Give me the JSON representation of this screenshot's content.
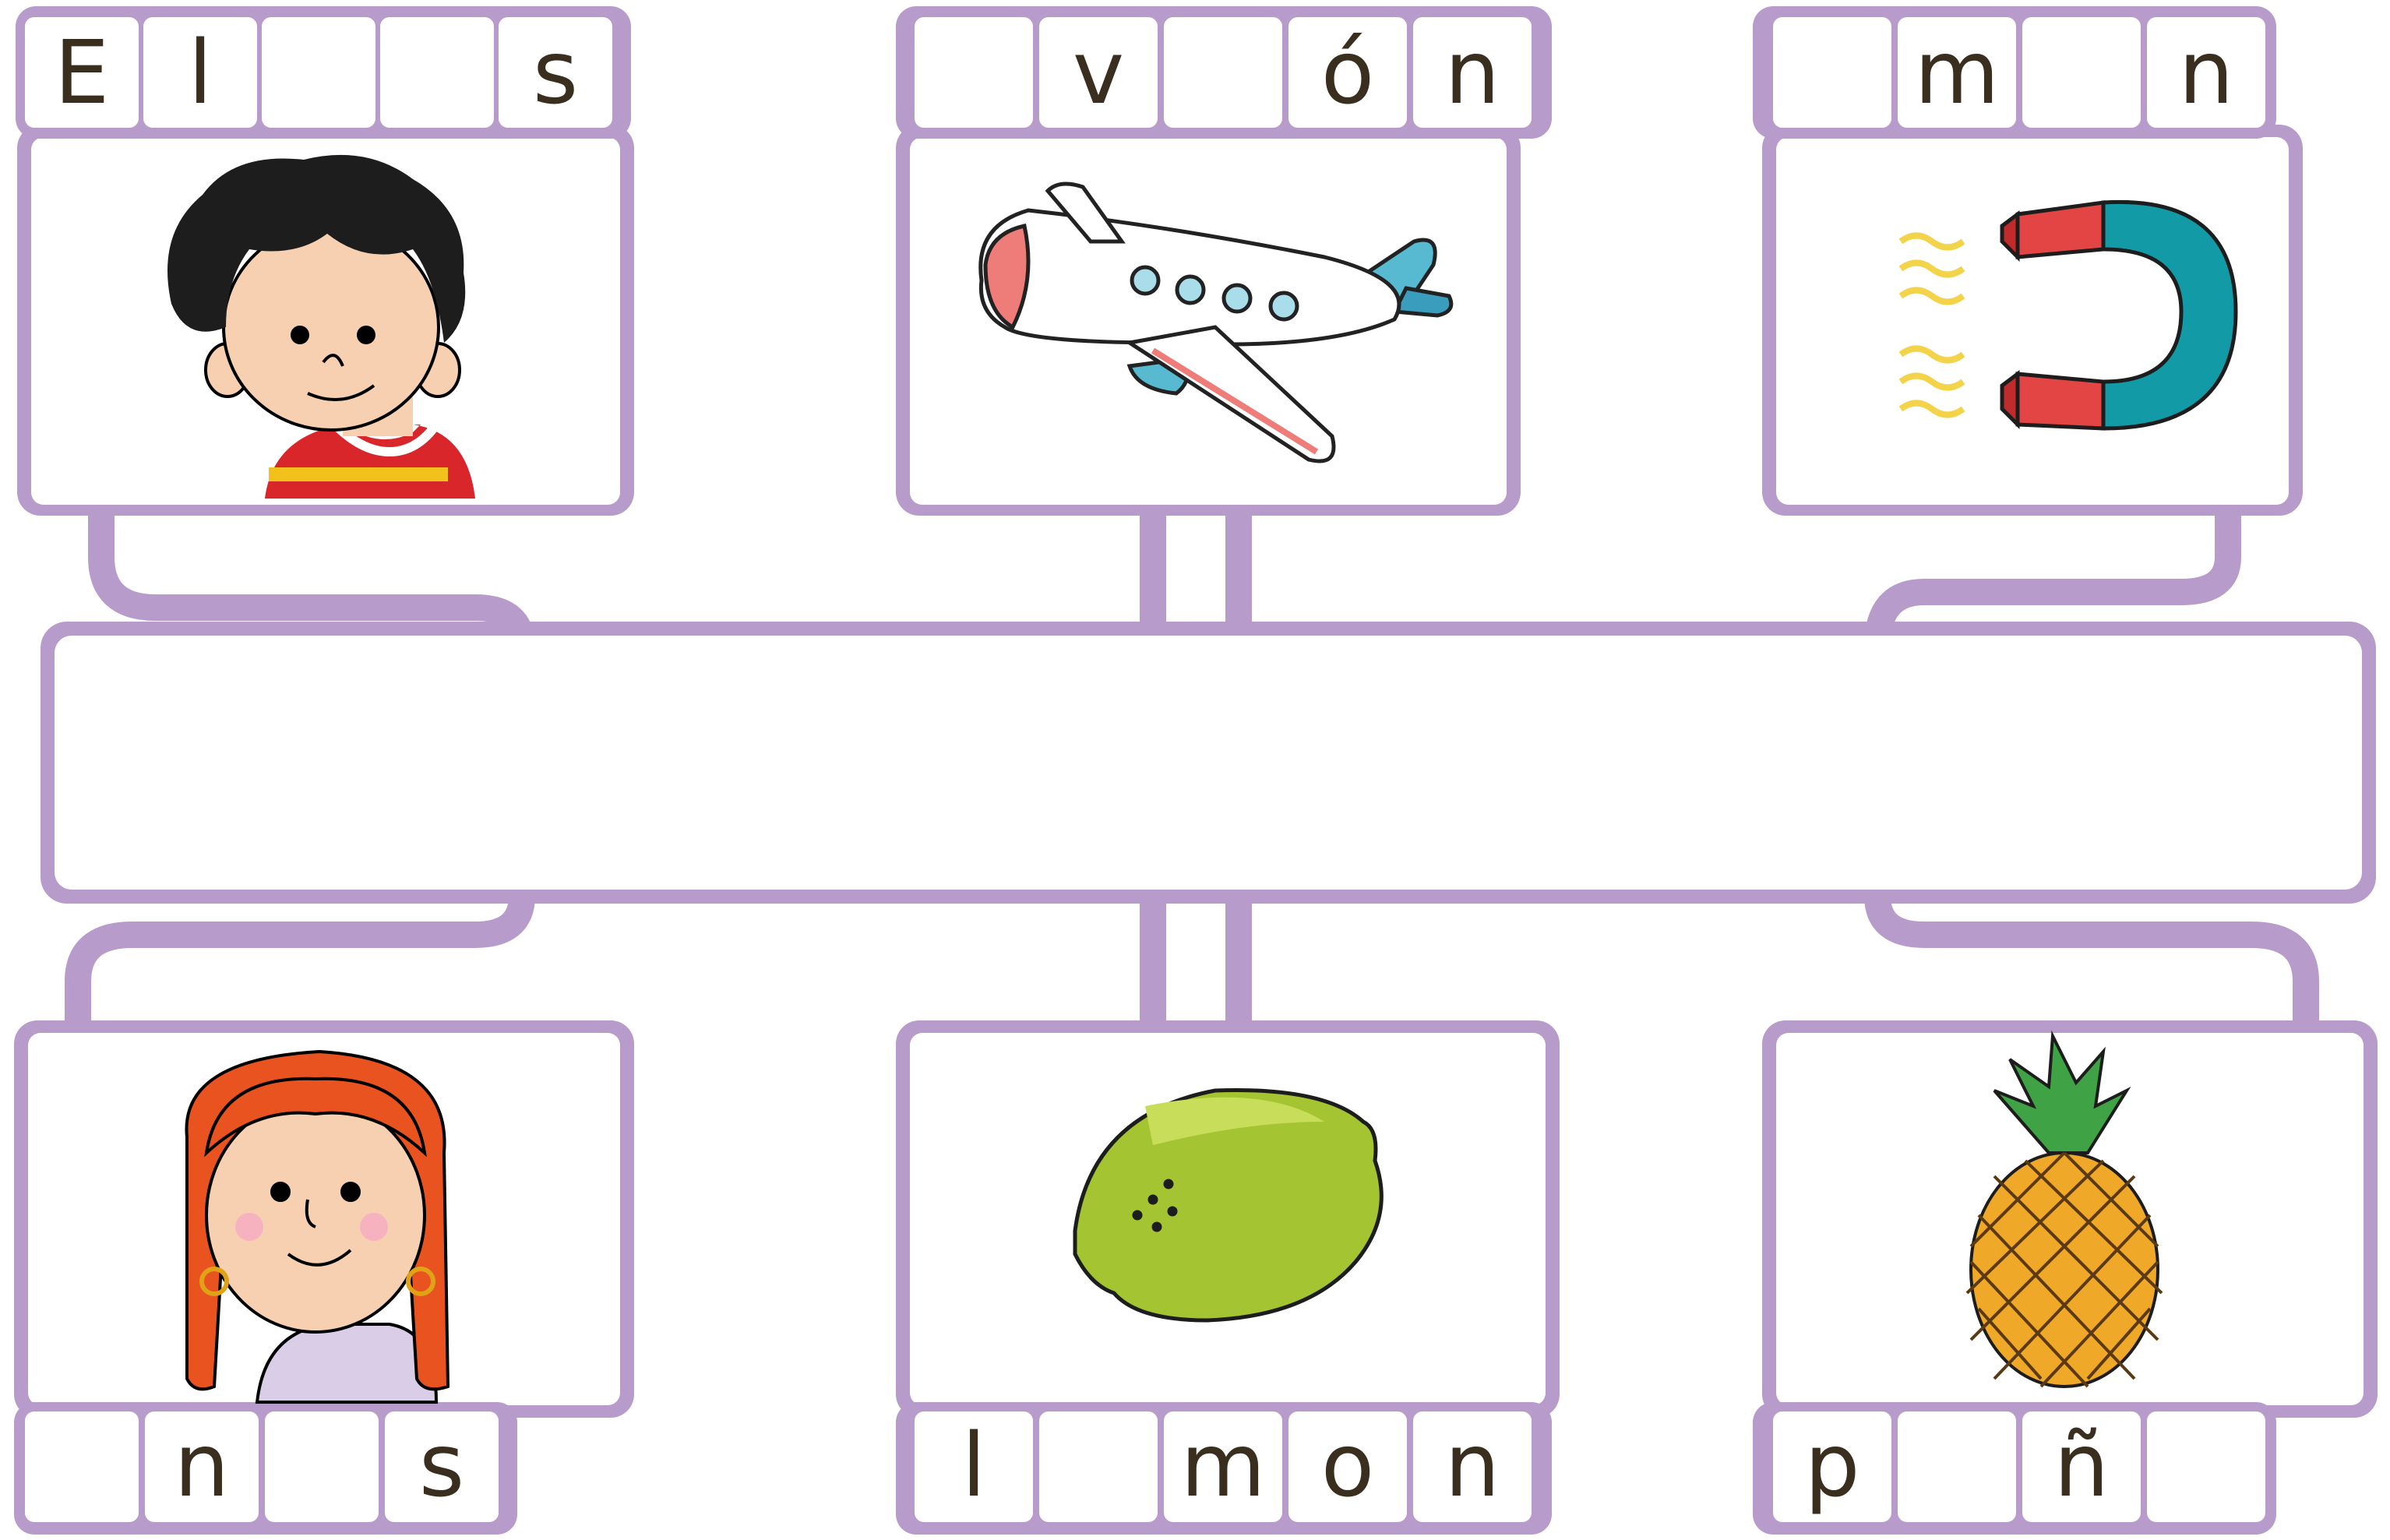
{
  "colors": {
    "frame": "#b79ccb",
    "frame_inner": "#9c7fb2",
    "card_fill": "#ffffff",
    "letter": "#3a2e1e"
  },
  "center_answer_box": "",
  "cards": [
    {
      "id": "boy",
      "picture": "boy-illustration",
      "word_cells": [
        "E",
        "l",
        "",
        "",
        "s"
      ]
    },
    {
      "id": "airplane",
      "picture": "airplane-illustration",
      "word_cells": [
        "",
        "v",
        "",
        "ó",
        "n"
      ]
    },
    {
      "id": "magnet",
      "picture": "magnet-illustration",
      "word_cells": [
        "",
        "m",
        "",
        "n"
      ]
    },
    {
      "id": "girl",
      "picture": "girl-illustration",
      "word_cells": [
        "",
        "n",
        "",
        "s"
      ]
    },
    {
      "id": "lemon",
      "picture": "lemon-illustration",
      "word_cells": [
        "l",
        "",
        "m",
        "o",
        "n"
      ]
    },
    {
      "id": "pineapple",
      "picture": "pineapple-illustration",
      "word_cells": [
        "p",
        "",
        "ñ",
        ""
      ]
    }
  ]
}
